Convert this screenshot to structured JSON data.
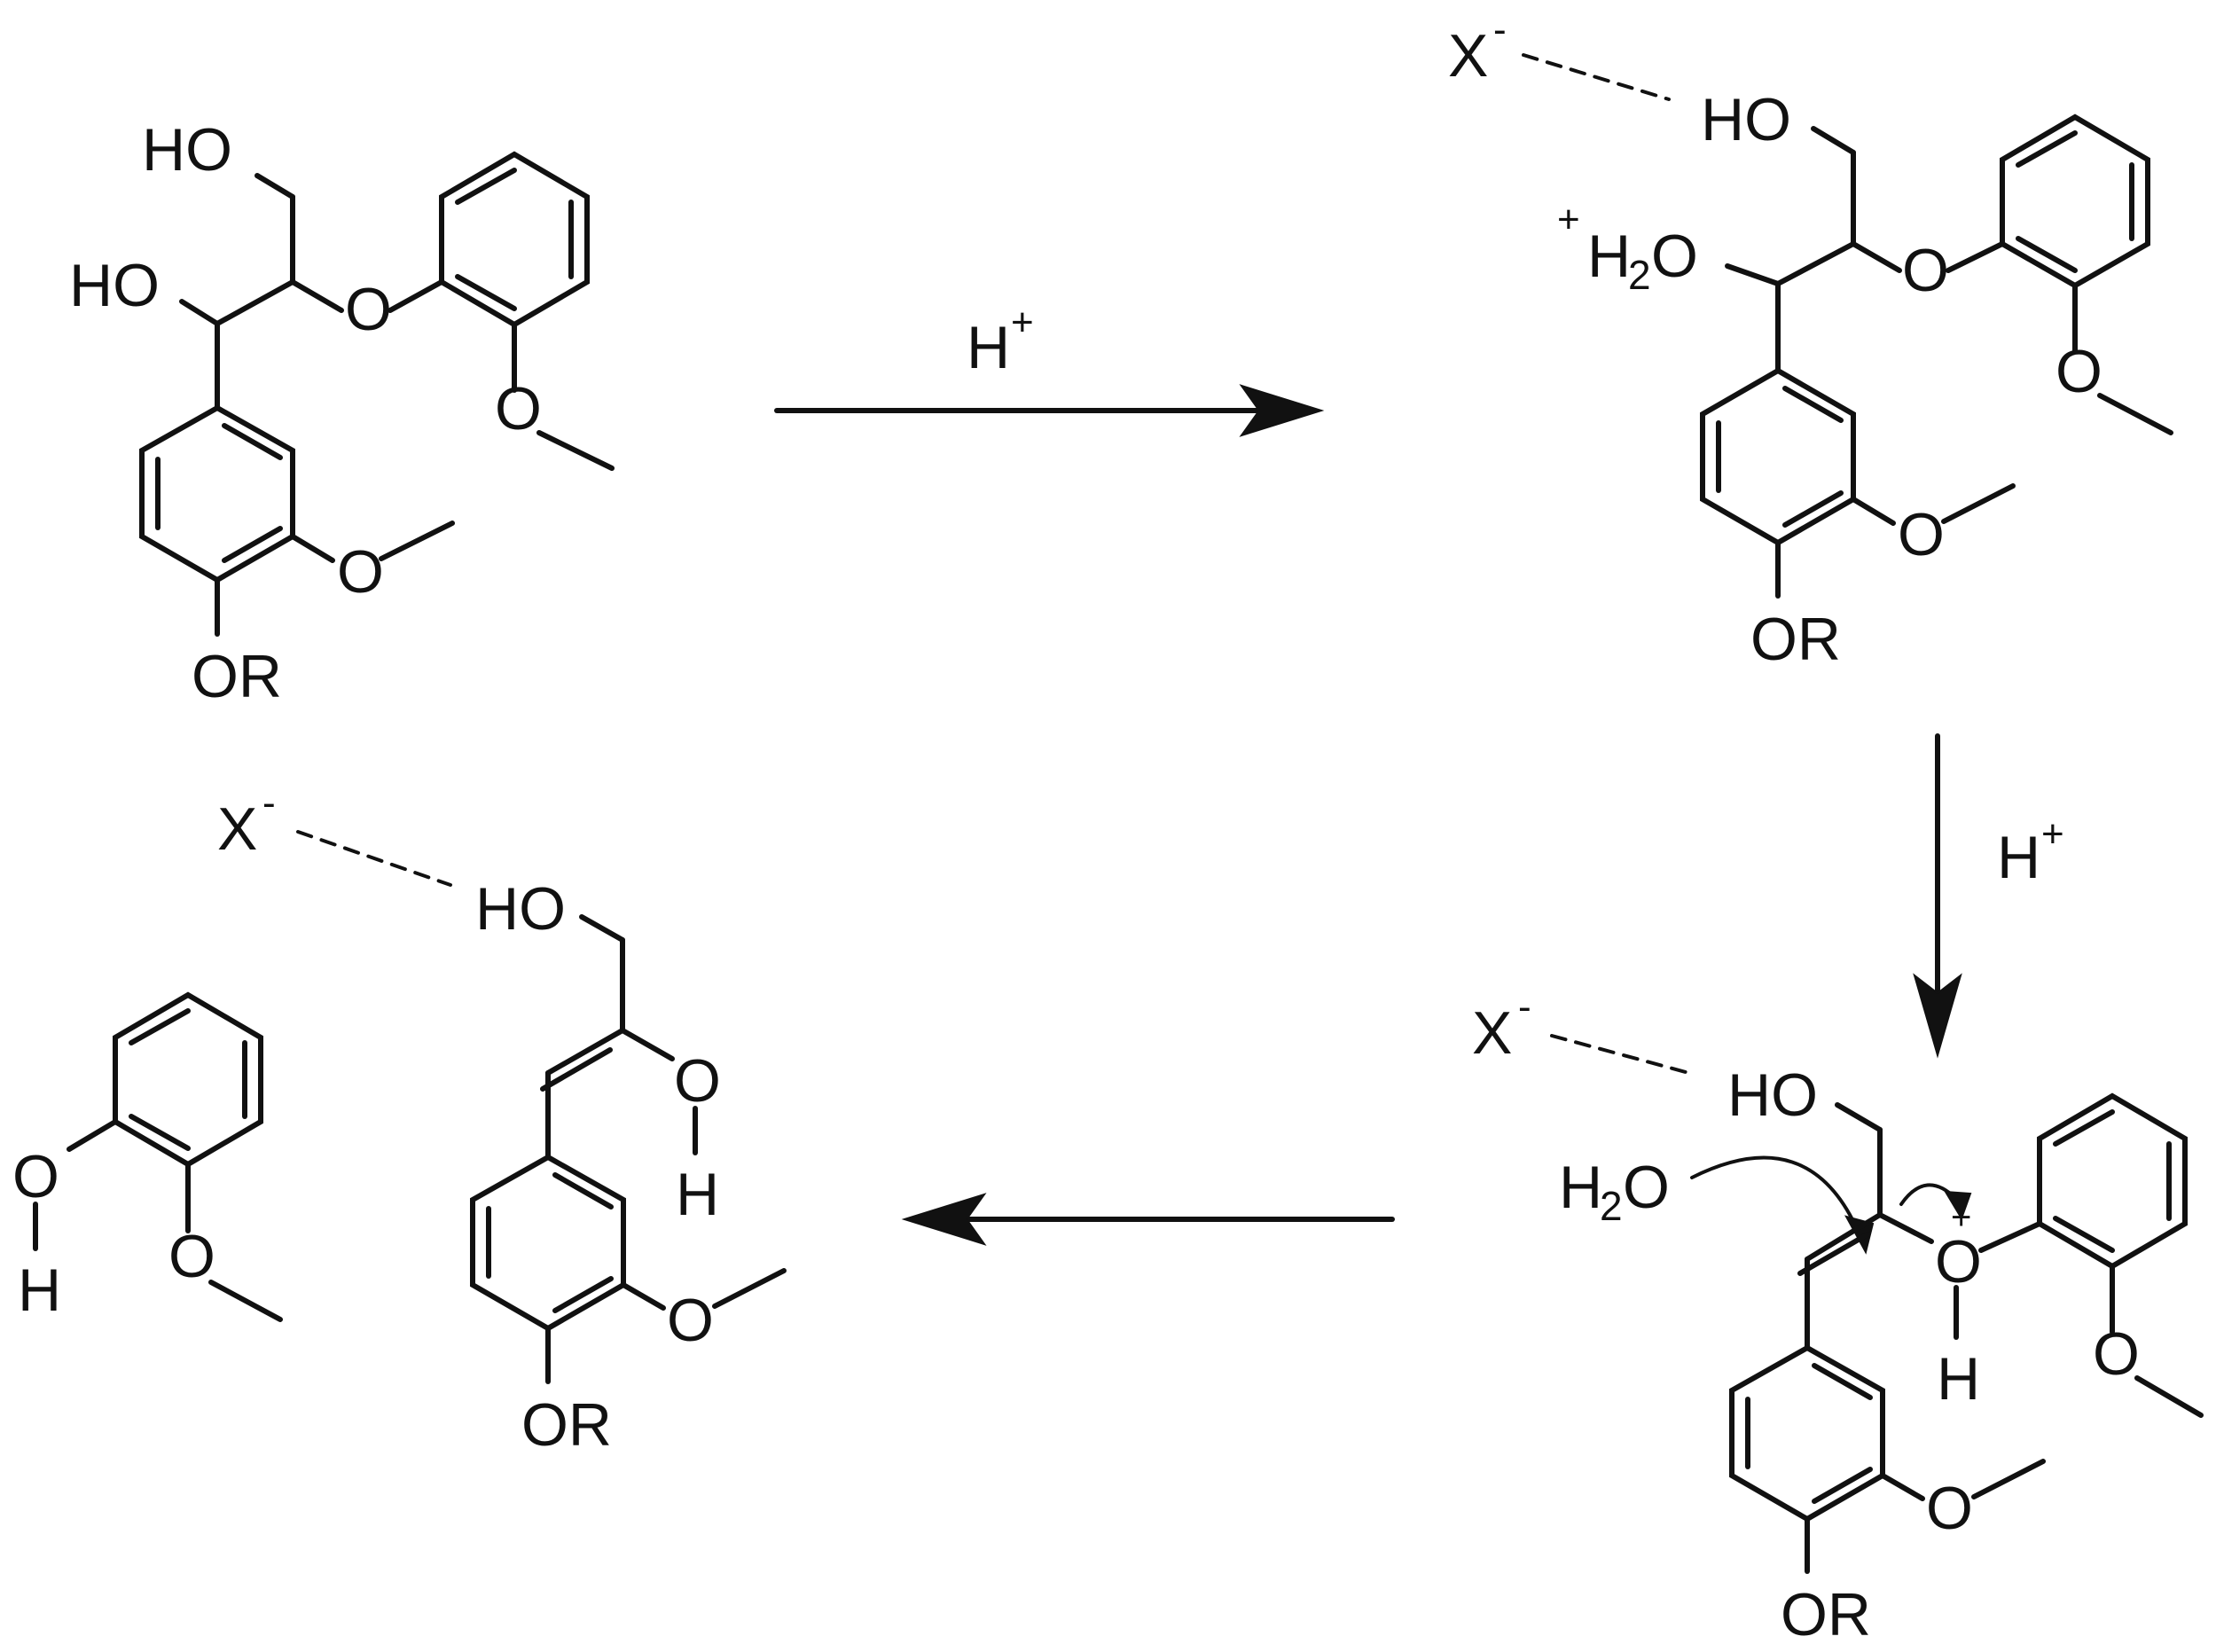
{
  "labels": {
    "HO": "HO",
    "O": "O",
    "OR": "OR",
    "H": "H",
    "X": "X",
    "minus": "-",
    "plus": "+",
    "H2": "H",
    "sub2": "2"
  },
  "reagents": {
    "step1": "H",
    "step2": "H",
    "charge": "+"
  }
}
